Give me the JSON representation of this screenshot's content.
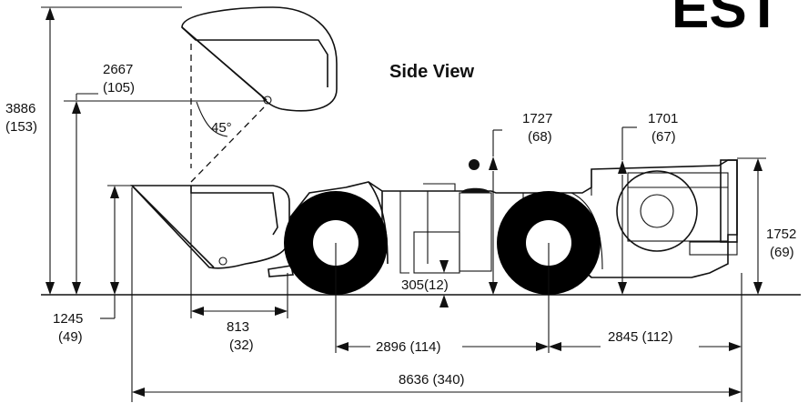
{
  "brand_text": "EST",
  "view_title": "Side View",
  "angle_label": "45°",
  "dimensions": {
    "overall_height_raised": {
      "mm": "3886",
      "in": "(153)"
    },
    "raised_pivot_height": {
      "mm": "2667",
      "in": "(105)"
    },
    "bucket_height": {
      "mm": "1245",
      "in": "(49)"
    },
    "bucket_reach": {
      "mm": "813",
      "in": "(32)"
    },
    "rear_height_1727": {
      "mm": "1727",
      "in": "(68)"
    },
    "rear_height_1701": {
      "mm": "1701",
      "in": "(67)"
    },
    "rear_height_1752": {
      "mm": "1752",
      "in": "(69)"
    },
    "ground_clearance": {
      "label": "305(12)"
    },
    "wheelbase_front": {
      "label": "2896 (114)"
    },
    "wheelbase_rear": {
      "label": "2845 (112)"
    },
    "overall_length": {
      "label": "8636 (340)"
    }
  }
}
